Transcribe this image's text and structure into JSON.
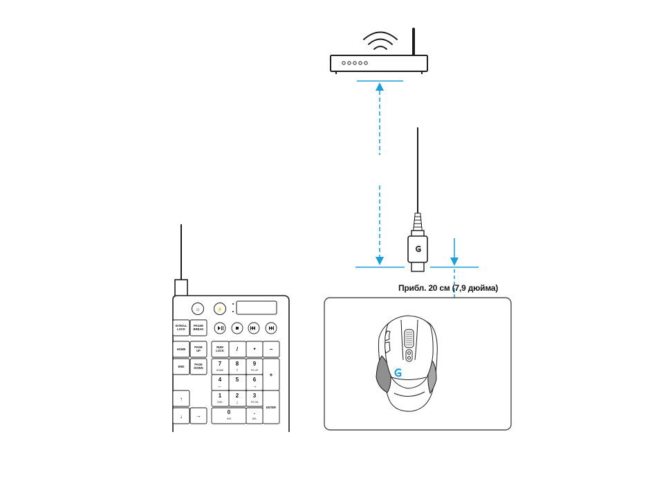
{
  "distance_label": "Прибл. 20 см (7,9 дюйма)",
  "colors": {
    "accent": "#1a9fd8",
    "outline": "#1a1a1a",
    "mouse_grip": "#8f8f8f",
    "pad_border": "#4a4a4a"
  },
  "icons": [
    "wifi-signal-icon",
    "router-icon",
    "usb-receiver-icon",
    "logitech-g-logo-icon",
    "brightness-icon",
    "game-mode-icon"
  ],
  "keyboard": {
    "keys": {
      "scroll_lock_1": "SCROLL",
      "scroll_lock_2": "LOCK",
      "pause_1": "PAUSE",
      "pause_2": "BREAK",
      "home": "HOME",
      "pgup_1": "PAGE",
      "pgup_2": "UP",
      "end": "END",
      "pgdn_1": "PAGE",
      "pgdn_2": "DOWN",
      "numlock_1": "NUM",
      "numlock_2": "LOCK",
      "slash": "/",
      "star": "*",
      "minus": "−",
      "plus": "+",
      "n7": "7",
      "n7_sub": "HOME",
      "n8": "8",
      "n9": "9",
      "n9_sub": "PG UP",
      "n4": "4",
      "n5": "5",
      "n6": "6",
      "n1": "1",
      "n1_sub": "END",
      "n2": "2",
      "n3": "3",
      "n3_sub": "PG DN",
      "n0": "0",
      "n0_sub": "INS",
      "dot": ".",
      "dot_sub": "DEL",
      "enter": "ENTER"
    }
  }
}
